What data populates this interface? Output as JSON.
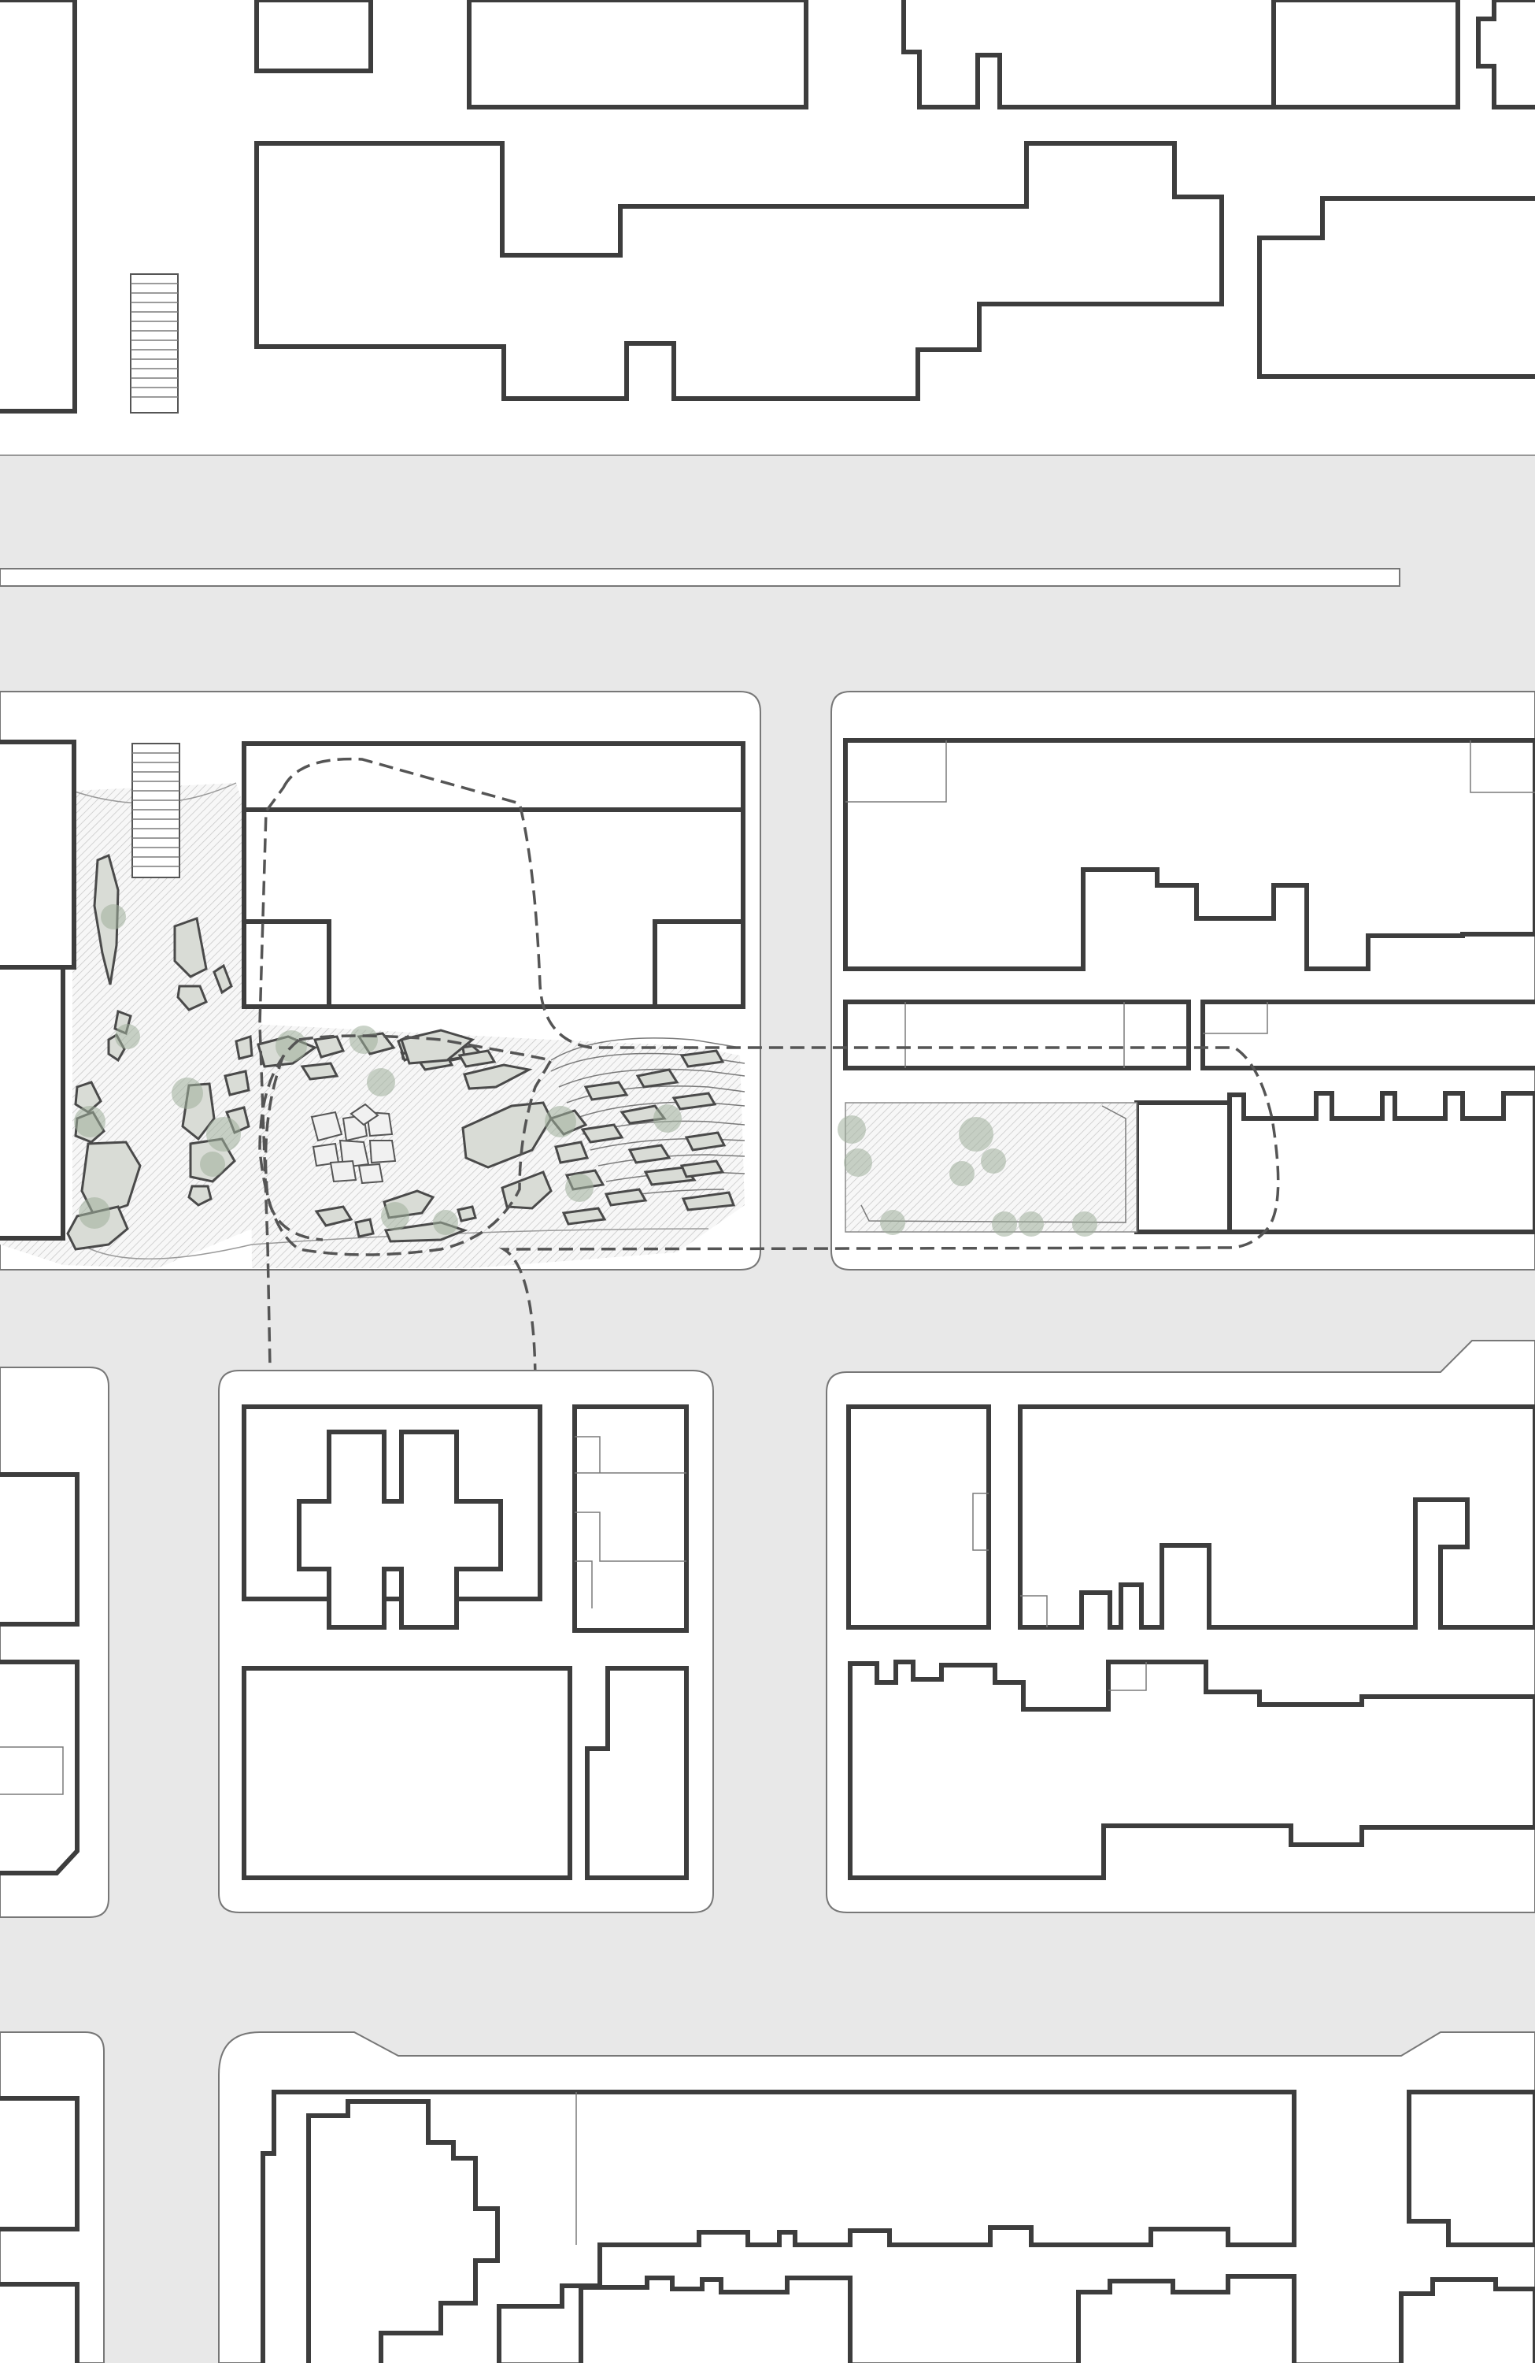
{
  "map": {
    "kind": "urban-site-plan",
    "text_labels": [],
    "colors": {
      "background": "#ffffff",
      "street": "#e8e8e8",
      "building_outline": "#3d3d3d",
      "block_outline": "#777777",
      "vegetation": "#9fae9a",
      "plaza_hatch": "#bdbdbd",
      "route_dash": "#555555"
    },
    "features": {
      "streets": "street",
      "blocks": "city-block",
      "buildings": "building-footprint",
      "plaza": "hatched-plaza",
      "route": "dashed-route-outline",
      "rocks": "stone-elements",
      "trees": "tree-canopy",
      "stairs": "stair-element"
    }
  }
}
